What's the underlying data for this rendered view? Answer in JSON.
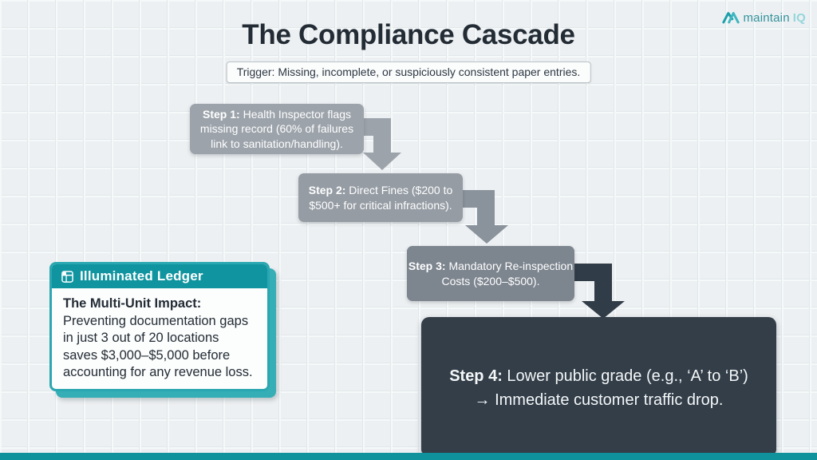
{
  "brand": {
    "logo_main": "maintain",
    "logo_accent": "IQ"
  },
  "title": "The Compliance Cascade",
  "trigger": {
    "label": "Trigger: Missing, incomplete, or suspiciously consistent paper entries."
  },
  "steps": [
    {
      "prefix": "Step 1:",
      "l1": " Health Inspector flags",
      "l2": "missing record (60% of failures",
      "l3": "link to sanitation/handling)."
    },
    {
      "prefix": "Step 2:",
      "l1": " Direct Fines ($200 to",
      "l2": "$500+ for critical infractions)."
    },
    {
      "prefix": "Step 3:",
      "l1": " Mandatory Re-inspection",
      "l2": "Costs ($200–$500)."
    },
    {
      "prefix": "Step 4:",
      "l1": " Lower public grade (e.g., ‘A’ to ‘B’)",
      "l2": "→ Immediate customer traffic drop."
    }
  ],
  "callout": {
    "header": "Illuminated Ledger",
    "icon": "ledger-window-icon",
    "heading": "The Multi-Unit Impact:",
    "text": "Preventing documentation gaps in just 3 out of 20 locations saves $3,000–$5,000 before accounting for any revenue loss."
  },
  "colors": {
    "accent_teal": "#1095a0",
    "teal_shadow": "#35aeb6",
    "step1_gray": "#9ca3ab",
    "step2_gray": "#959ca4",
    "step3_gray": "#7d858f",
    "step4_slate": "#333e49",
    "arrow1_gray": "#9ca3ab",
    "arrow2_gray": "#8a929b",
    "arrow3_slate": "#303c47",
    "background": "#edf0f2",
    "title_text": "#232c35"
  }
}
